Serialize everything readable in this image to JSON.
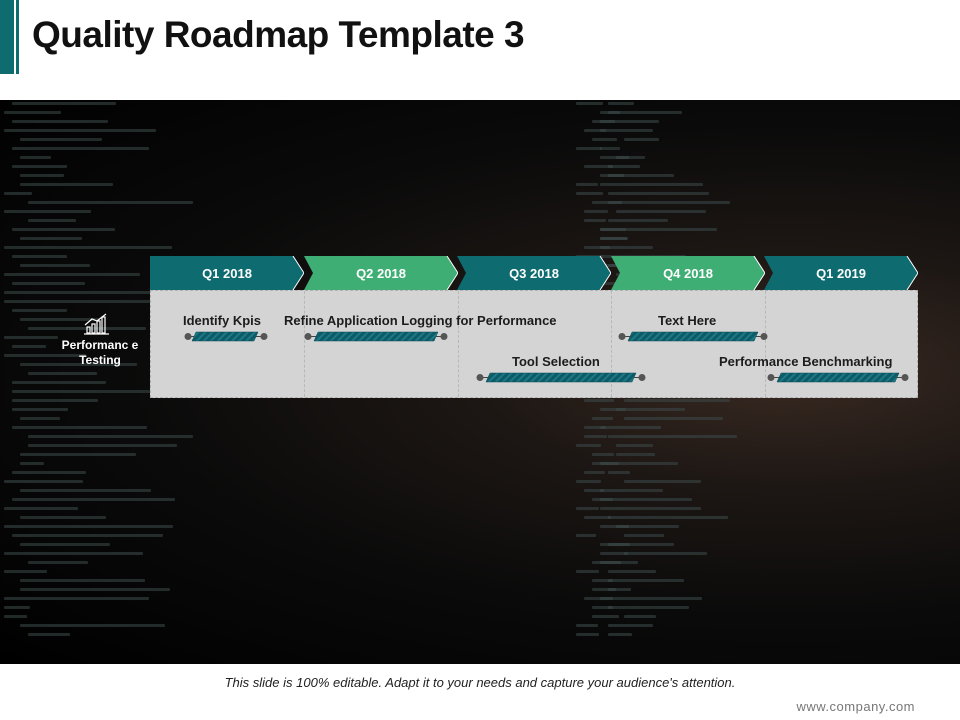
{
  "slide": {
    "title": "Quality Roadmap Template 3",
    "footer": "This slide is 100% editable. Adapt it to your needs and capture your audience's attention.",
    "website": "www.company.com"
  },
  "roadmap": {
    "row_label": "Performanc e Testing",
    "row_icon": "chart-growth-icon",
    "quarters": [
      {
        "label": "Q1 2018",
        "color": "#0e6b70"
      },
      {
        "label": "Q2 2018",
        "color": "#3fae74"
      },
      {
        "label": "Q3 2018",
        "color": "#0e6b70"
      },
      {
        "label": "Q4 2018",
        "color": "#3fae74"
      },
      {
        "label": "Q1 2019",
        "color": "#0e6b70"
      }
    ],
    "tasks": [
      {
        "label": "Identify Kpis"
      },
      {
        "label": "Refine Application Logging for Performance"
      },
      {
        "label": "Tool Selection"
      },
      {
        "label": "Text Here"
      },
      {
        "label": "Performance Benchmarking"
      }
    ]
  }
}
